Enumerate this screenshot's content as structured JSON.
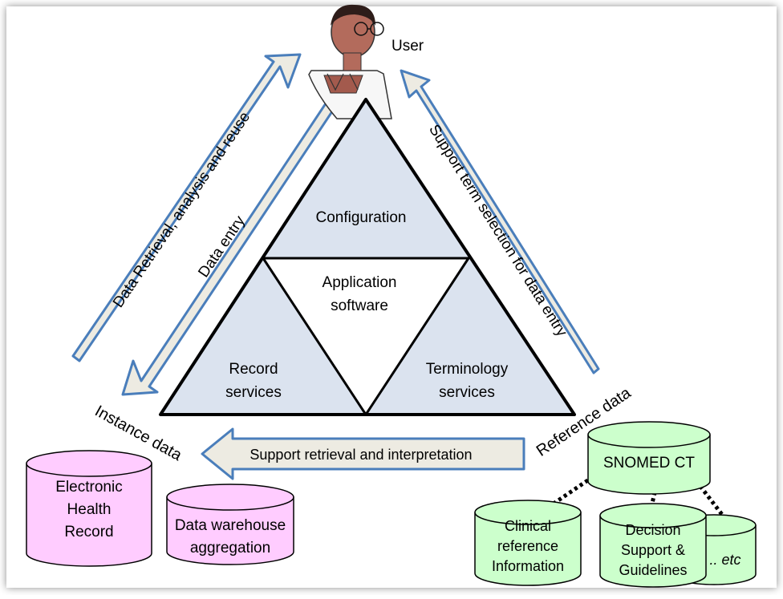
{
  "user": {
    "label": "User",
    "icon": "user-doctor-icon"
  },
  "triangle": {
    "top": "Configuration",
    "center_line1": "Application",
    "center_line2": "software",
    "left_line1": "Record",
    "left_line2": "services",
    "right_line1": "Terminology",
    "right_line2": "services"
  },
  "arrows": {
    "retrieval": "Data Retrieval, analysis and reuse",
    "entry": "Data entry",
    "term_selection": "Support term selection for data entry",
    "interpretation": "Support retrieval and interpretation"
  },
  "side_labels": {
    "instance": "Instance data",
    "reference": "Reference data"
  },
  "databases": {
    "ehr": [
      "Electronic",
      "Health",
      "Record"
    ],
    "warehouse": [
      "Data warehouse",
      "aggregation"
    ],
    "snomed": [
      "SNOMED CT"
    ],
    "clinical": [
      "Clinical",
      "reference",
      "Information"
    ],
    "decision": [
      "Decision",
      "Support &",
      "Guidelines"
    ],
    "etc": [
      ".. etc"
    ]
  },
  "colors": {
    "triangle_fill": "#dbe3ef",
    "arrow_fill": "#edebe2",
    "arrow_stroke": "#4a7ebb",
    "instance_db": "#ffccff",
    "reference_db": "#ccffcc"
  }
}
